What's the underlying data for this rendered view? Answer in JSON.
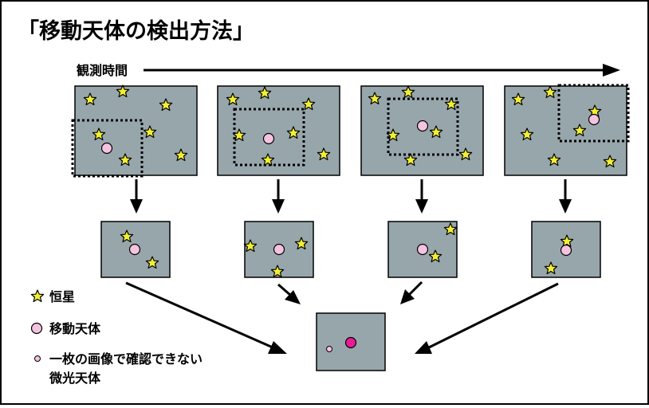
{
  "title": "「移動天体の検出方法」",
  "time_axis_label": "観測時間",
  "legend": {
    "star": "恒星",
    "moving": "移動天体",
    "faint_line1": "一枚の画像で確認できない",
    "faint_line2": "微光天体"
  },
  "colors": {
    "background": "#ffffff",
    "frame": "#000000",
    "image_fill": "#97a6ab",
    "star_fill": "#f2ef33",
    "moving_fill": "#f4c3e0",
    "faint_fill": "#f4c3e0",
    "detected_fill": "#ea1b92"
  },
  "icons": {
    "star": "star-icon",
    "moving": "pink-circle-icon",
    "arrow": "arrow-icon"
  }
}
